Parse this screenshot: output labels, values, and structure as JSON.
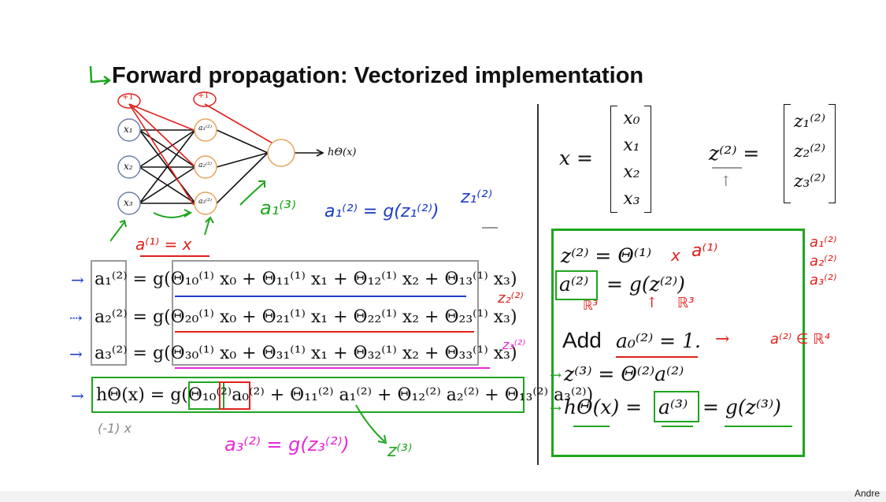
{
  "title": "Forward propagation: Vectorized implementation",
  "author_tag": "Andre",
  "network": {
    "bias1": "+1",
    "bias2": "+1",
    "inputs": [
      "x₁",
      "x₂",
      "x₃"
    ],
    "hidden": [
      "a₁⁽²⁾",
      "a₂⁽²⁾",
      "a₃⁽²⁾"
    ],
    "output_label": "hΘ(x)"
  },
  "annotations": {
    "a1_eq_x": "a⁽¹⁾ = x",
    "a3_1": "a₁⁽³⁾",
    "a2_1_eq": "a₁⁽²⁾ = g(z₁⁽²⁾)",
    "z2_1": "z₁⁽²⁾",
    "z2_2": "z₂⁽²⁾",
    "z2_3": "z₃⁽²⁾",
    "a2_3_eq": "a₃⁽²⁾ = g(z₃⁽²⁾)",
    "z3": "z⁽³⁾",
    "minus1x": "(-1) x",
    "list_a": [
      "a₁⁽²⁾",
      "a₂⁽²⁾",
      "a₃⁽²⁾"
    ],
    "r3a": "ℝ³",
    "r3b": "ℝ³",
    "a2_r4": "a⁽²⁾ ∈ ℝ⁴",
    "x_strike": "x",
    "a1_red": "a⁽¹⁾"
  },
  "equations": {
    "a1": [
      "a₁⁽²⁾",
      " = g(",
      "Θ₁₀⁽¹⁾ x₀ + Θ₁₁⁽¹⁾ x₁ + Θ₁₂⁽¹⁾ x₂ + Θ₁₃⁽¹⁾ x₃",
      ")"
    ],
    "a2": [
      "a₂⁽²⁾",
      " = g(",
      "Θ₂₀⁽¹⁾ x₀ + Θ₂₁⁽¹⁾ x₁ + Θ₂₂⁽¹⁾ x₂ + Θ₂₃⁽¹⁾ x₃",
      ")"
    ],
    "a3": [
      "a₃⁽²⁾",
      " = g(",
      "Θ₃₀⁽¹⁾ x₀ + Θ₃₁⁽¹⁾ x₁ + Θ₃₂⁽¹⁾ x₂ + Θ₃₃⁽¹⁾ x₃",
      ")"
    ],
    "h": [
      "hΘ(x) = g(",
      "Θ₁₀⁽²⁾",
      "a₀⁽²⁾",
      " + Θ₁₁⁽²⁾ a₁⁽²⁾ + Θ₁₂⁽²⁾ a₂⁽²⁾ + Θ₁₃⁽²⁾ a₃⁽²⁾",
      ")"
    ]
  },
  "right": {
    "x_eq": "x =",
    "x_vec": [
      "x₀",
      "x₁",
      "x₂",
      "x₃"
    ],
    "z_eq": "z⁽²⁾ =",
    "z_vec": [
      "z₁⁽²⁾",
      "z₂⁽²⁾",
      "z₃⁽²⁾"
    ],
    "steps": [
      "z⁽²⁾ = Θ⁽¹⁾",
      "= g(z⁽²⁾)",
      "Add",
      "a₀⁽²⁾ = 1.",
      "z⁽³⁾ = Θ⁽²⁾a⁽²⁾",
      "hΘ(x) =",
      "= g(z⁽³⁾)"
    ],
    "a2_boxed": "a⁽²⁾",
    "a3_boxed": "a⁽³⁾"
  }
}
